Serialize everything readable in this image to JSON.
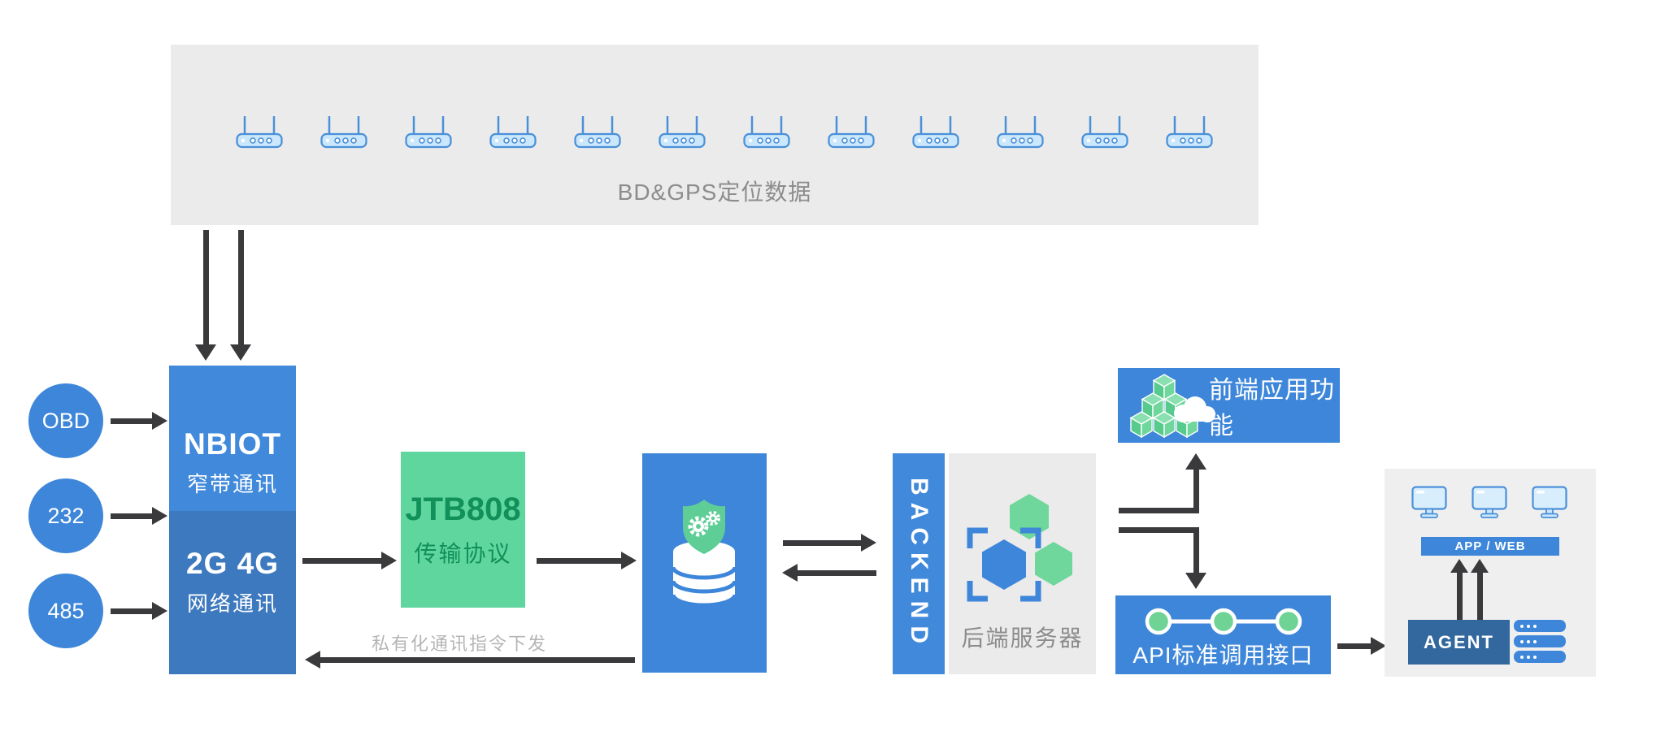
{
  "diagram_title": "BD&GPS vehicle positioning data flow diagram",
  "colors": {
    "primary_blue": "#3E86D9",
    "gateway_top_blue": "#4189DB",
    "gateway_bottom_blue": "#3D79BE",
    "agent_blue": "#33689F",
    "protocol_green_bg": "#5FD69E",
    "protocol_green_text": "#12905A",
    "icon_green": "#6FD79B",
    "panel_gray": "#EBEBEB",
    "client_panel_gray": "#EFEFEF",
    "arrow_dark": "#3A3A3C",
    "router_fill": "#CBE7FB",
    "router_stroke": "#4A90D9",
    "muted_text_gray": "#8C8C8C"
  },
  "top_panel": {
    "label": "BD&GPS定位数据",
    "router_count": 12
  },
  "inputs": [
    {
      "label": "OBD"
    },
    {
      "label": "232"
    },
    {
      "label": "485"
    }
  ],
  "gateway": {
    "top_title": "NBIOT",
    "top_subtitle": "窄带通讯",
    "bottom_title": "2G 4G",
    "bottom_subtitle": "网络通讯"
  },
  "protocol": {
    "title": "JTB808",
    "subtitle": "传输协议"
  },
  "downlink_label": "私有化通讯指令下发",
  "backend": {
    "bar_label": "BACKEND",
    "server_label": "后端服务器"
  },
  "frontend": {
    "label": "前端应用功能"
  },
  "api": {
    "label": "API标准调用接口"
  },
  "client_panel": {
    "monitor_count": 3,
    "appweb_label": "APP / WEB",
    "agent_label": "AGENT",
    "server_count": 3
  }
}
